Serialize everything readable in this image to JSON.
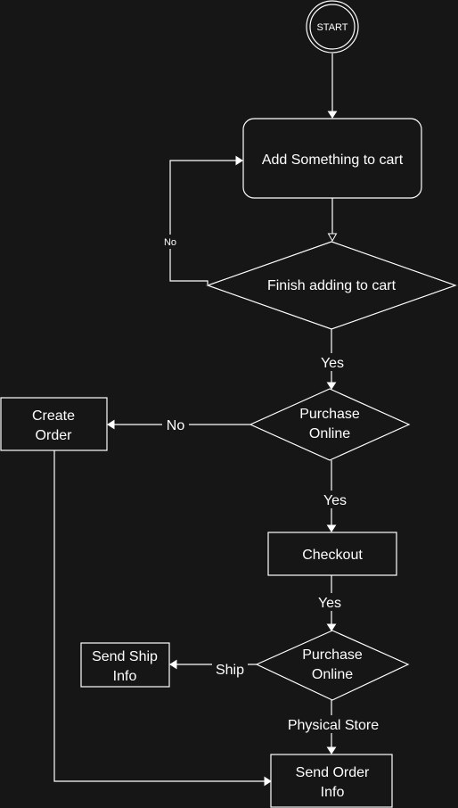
{
  "diagram": {
    "nodes": {
      "start": {
        "label": "START"
      },
      "add_to_cart": {
        "label": "Add Something to cart"
      },
      "finish_adding": {
        "label": "Finish adding to cart"
      },
      "purchase_online_1": {
        "line1": "Purchase",
        "line2": "Online"
      },
      "create_order": {
        "line1": "Create",
        "line2": "Order"
      },
      "checkout": {
        "label": "Checkout"
      },
      "purchase_online_2": {
        "line1": "Purchase",
        "line2": "Online"
      },
      "send_ship_info": {
        "line1": "Send Ship",
        "line2": "Info"
      },
      "send_order_info": {
        "line1": "Send Order",
        "line2": "Info"
      }
    },
    "edges": {
      "finish_no": "No",
      "finish_yes": "Yes",
      "purchase1_no": "No",
      "purchase1_yes": "Yes",
      "checkout_yes": "Yes",
      "purchase2_ship": "Ship",
      "purchase2_store": "Physical Store"
    }
  }
}
